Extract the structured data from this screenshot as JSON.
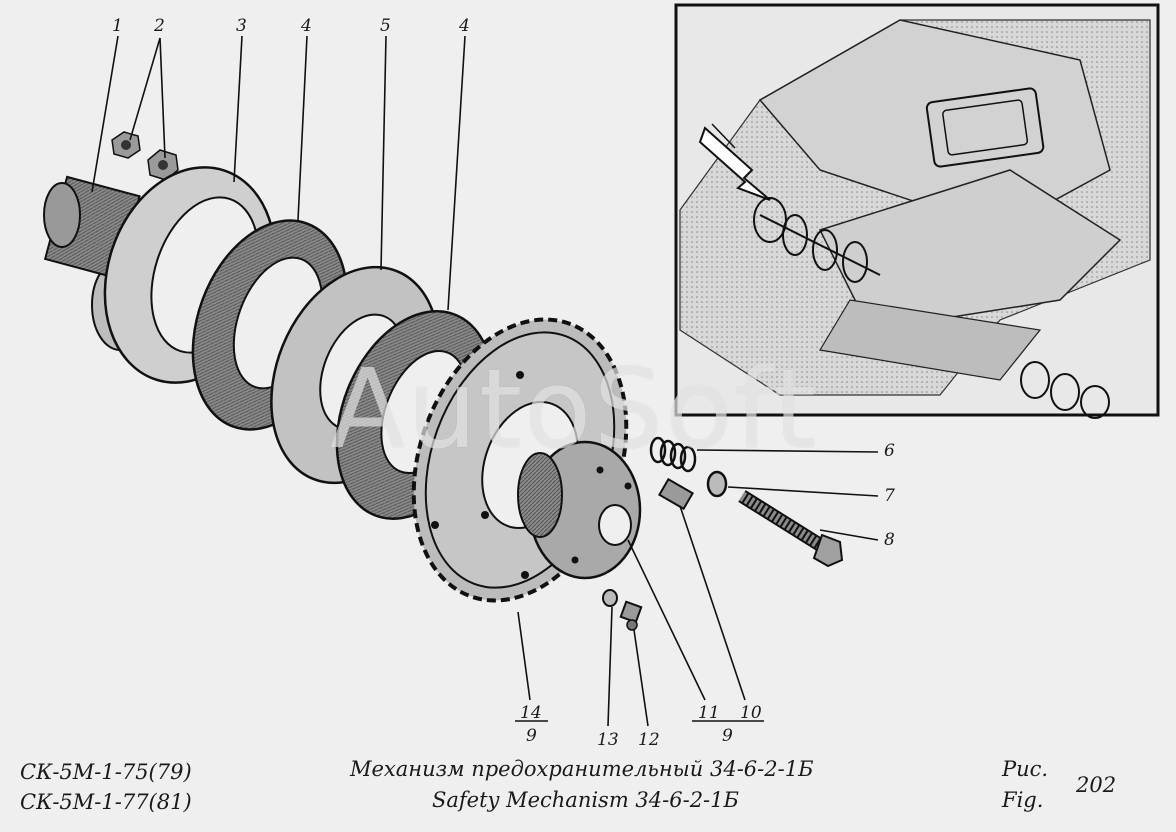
{
  "callouts": {
    "n1": "1",
    "n2": "2",
    "n3": "3",
    "n4a": "4",
    "n5": "5",
    "n4b": "4",
    "n6": "6",
    "n7": "7",
    "n8": "8",
    "n14": "14",
    "n14_qty": "9",
    "n13": "13",
    "n12": "12",
    "n11": "11",
    "n10": "10",
    "n11_10_qty": "9"
  },
  "caption": {
    "model_line1": "СК-5М-1-75(79)",
    "model_line2": "СК-5М-1-77(81)",
    "title_ru": "Механизм предохранительный 34-6-2-1Б",
    "title_en": "Safety Mechanism 34-6-2-1Б",
    "fig_ru": "Рис.",
    "fig_en": "Fig.",
    "fig_number": "202"
  },
  "watermark": "AutoSoft",
  "colors": {
    "ink": "#1a1a1a",
    "paper": "#efefef",
    "part_shade": "#7a7a7a",
    "inset_fill": "#e6e6e6"
  }
}
